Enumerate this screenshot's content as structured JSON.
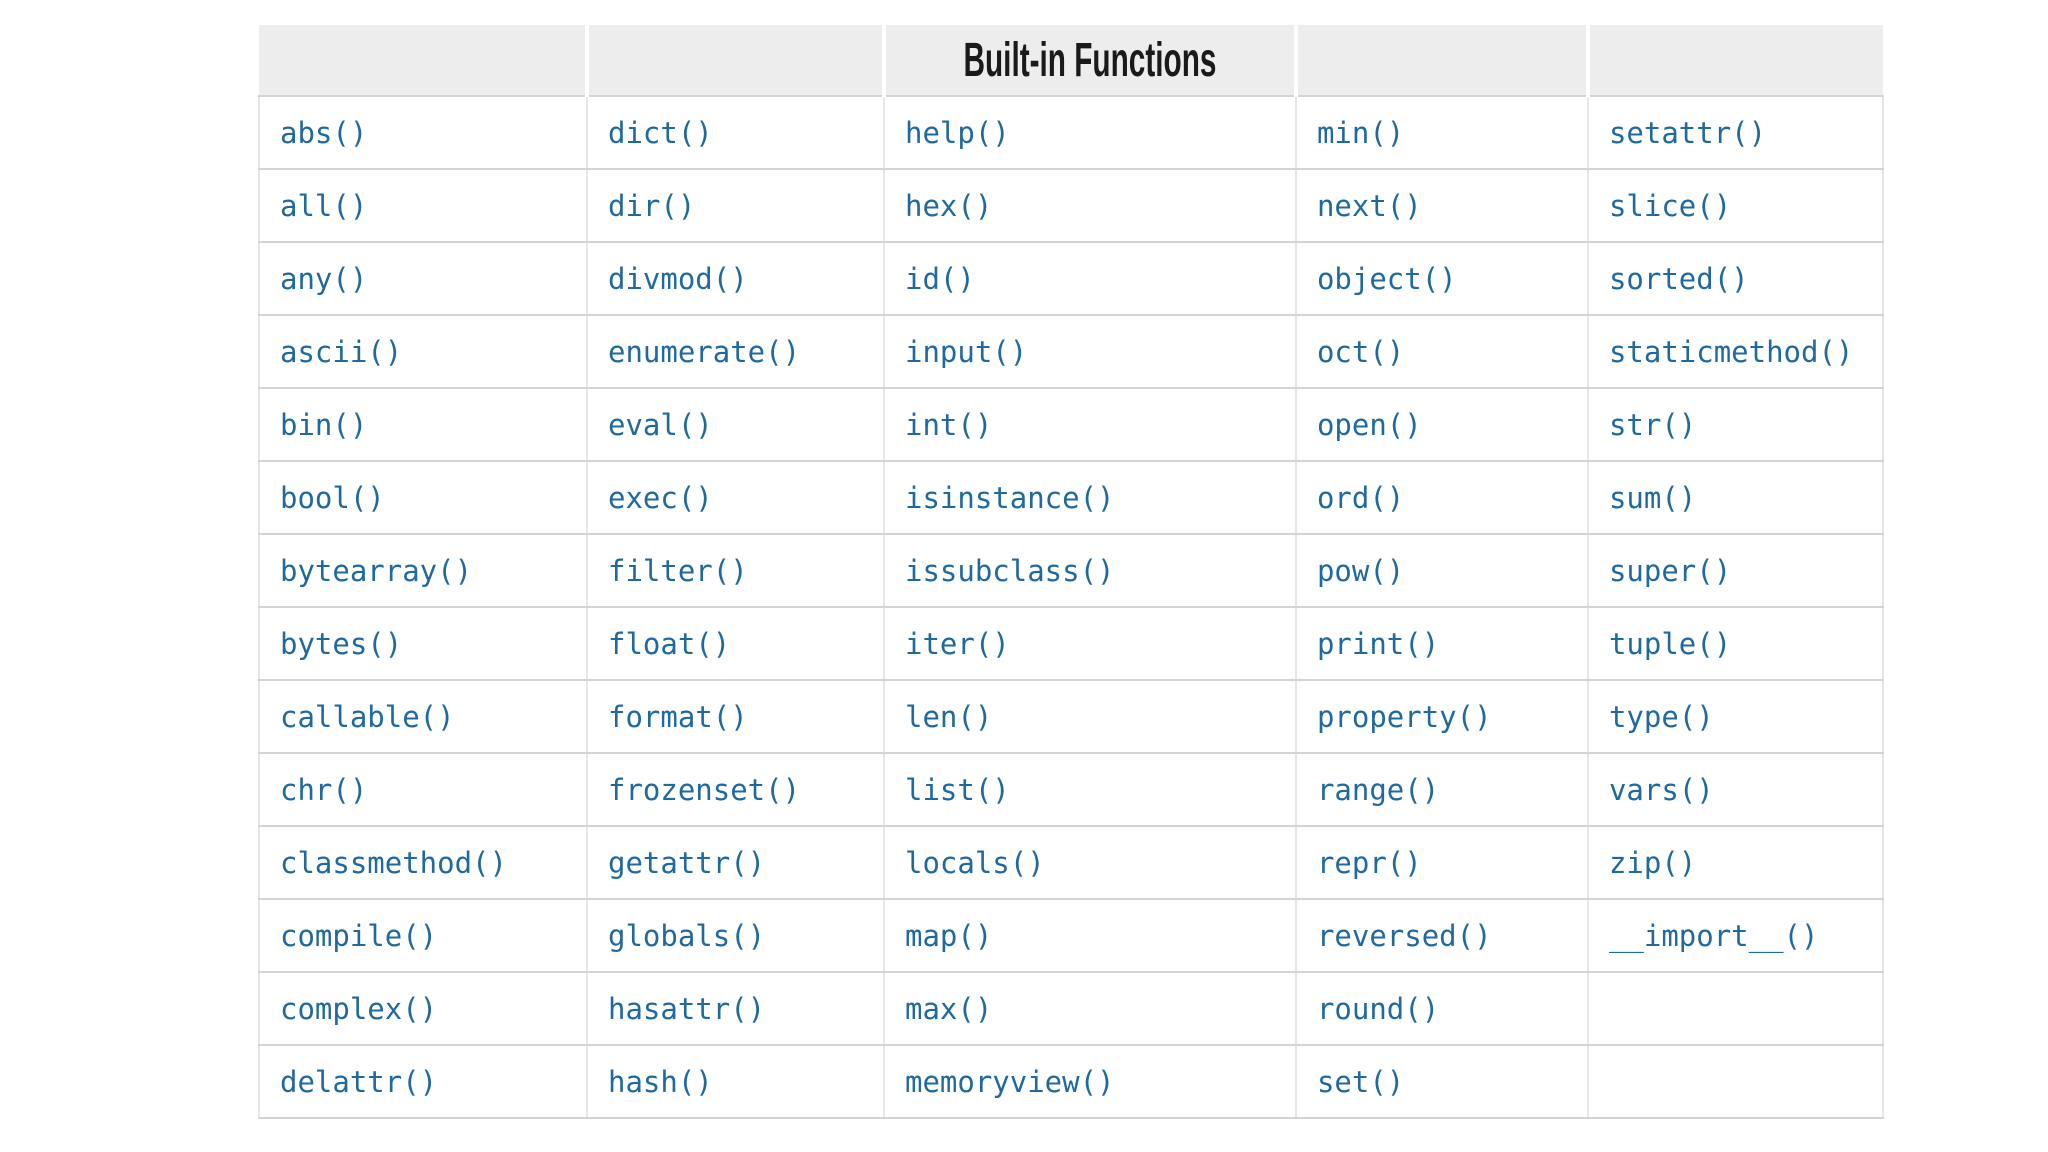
{
  "table": {
    "title": "Built-in Functions",
    "header_cells": [
      "",
      "",
      "Built-in Functions",
      "",
      ""
    ],
    "rows": [
      [
        "abs()",
        "dict()",
        "help()",
        "min()",
        "setattr()"
      ],
      [
        "all()",
        "dir()",
        "hex()",
        "next()",
        "slice()"
      ],
      [
        "any()",
        "divmod()",
        "id()",
        "object()",
        "sorted()"
      ],
      [
        "ascii()",
        "enumerate()",
        "input()",
        "oct()",
        "staticmethod()"
      ],
      [
        "bin()",
        "eval()",
        "int()",
        "open()",
        "str()"
      ],
      [
        "bool()",
        "exec()",
        "isinstance()",
        "ord()",
        "sum()"
      ],
      [
        "bytearray()",
        "filter()",
        "issubclass()",
        "pow()",
        "super()"
      ],
      [
        "bytes()",
        "float()",
        "iter()",
        "print()",
        "tuple()"
      ],
      [
        "callable()",
        "format()",
        "len()",
        "property()",
        "type()"
      ],
      [
        "chr()",
        "frozenset()",
        "list()",
        "range()",
        "vars()"
      ],
      [
        "classmethod()",
        "getattr()",
        "locals()",
        "repr()",
        "zip()"
      ],
      [
        "compile()",
        "globals()",
        "map()",
        "reversed()",
        "__import__()"
      ],
      [
        "complex()",
        "hasattr()",
        "max()",
        "round()",
        ""
      ],
      [
        "delattr()",
        "hash()",
        "memoryview()",
        "set()",
        ""
      ]
    ],
    "colors": {
      "function_text": "#20699f",
      "header_background": "#ededed",
      "header_text": "#1a1a1a",
      "row_border": "#d4d4d4",
      "column_border": "#e6e6e6",
      "header_gap": "#ffffff",
      "page_background": "#ffffff"
    }
  }
}
